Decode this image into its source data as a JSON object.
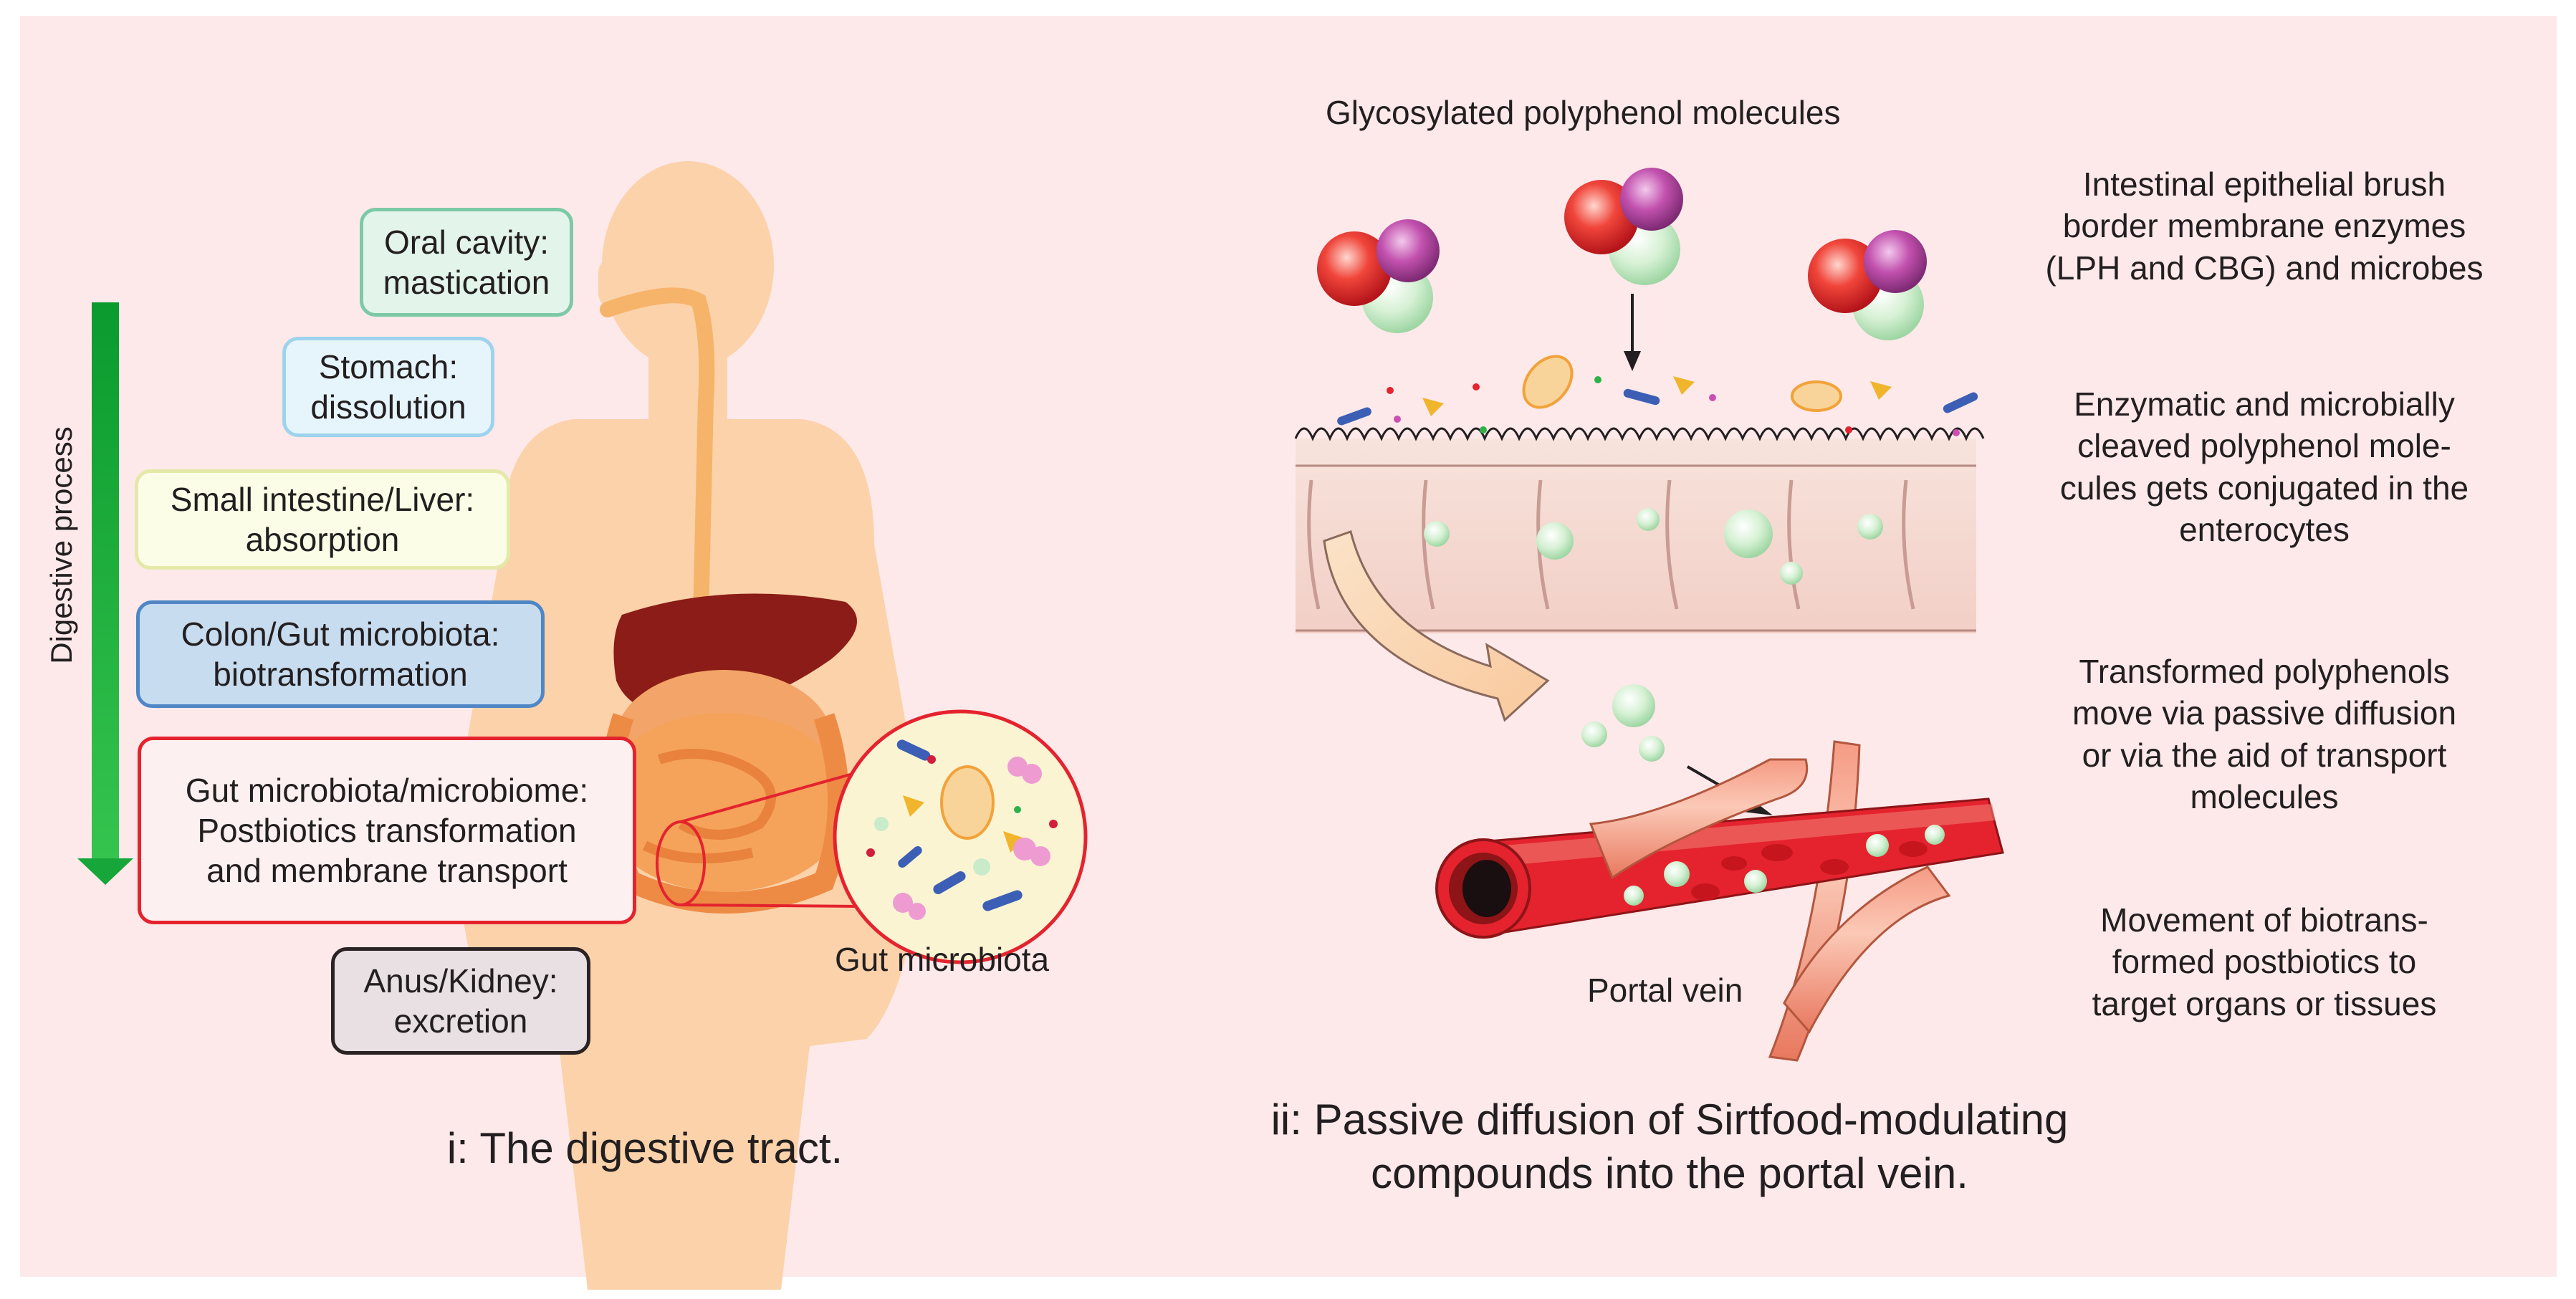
{
  "panel_i": {
    "axis_label": "Digestive process",
    "stages": [
      {
        "line1": "Oral cavity:",
        "line2": "mastication",
        "line3": "",
        "border": "#7dc9a6",
        "fill": "#e3f4ea"
      },
      {
        "line1": "Stomach:",
        "line2": "dissolution",
        "line3": "",
        "border": "#9ed3ee",
        "fill": "#e6f5fc"
      },
      {
        "line1": "Small intestine/Liver:",
        "line2": "absorption",
        "line3": "",
        "border": "#e4e9a8",
        "fill": "#fbfde6"
      },
      {
        "line1": "Colon/Gut microbiota:",
        "line2": "biotransformation",
        "line3": "",
        "border": "#4f86c6",
        "fill": "#c8dcf0"
      },
      {
        "line1": "Gut microbiota/microbiome:",
        "line2": "Postbiotics transformation",
        "line3": "and membrane transport",
        "border": "#e4232e",
        "fill": "#fdf0f0"
      },
      {
        "line1": "Anus/Kidney:",
        "line2": "excretion",
        "line3": "",
        "border": "#2b2223",
        "fill": "#e8e0e2"
      }
    ],
    "gut_microbiota_label": "Gut microbiota",
    "caption": "i: The digestive tract."
  },
  "panel_ii": {
    "top_label": "Glycosylated polyphenol molecules",
    "notes": [
      {
        "line1": "Intestinal epithelial brush",
        "line2": "border membrane enzymes",
        "line3": "(LPH and CBG) and microbes",
        "line4": ""
      },
      {
        "line1": "Enzymatic and microbially",
        "line2": "cleaved polyphenol mole-",
        "line3": "cules gets conjugated in the",
        "line4": "enterocytes"
      },
      {
        "line1": "Transformed polyphenols",
        "line2": "move via passive diffusion",
        "line3": "or via the aid of transport",
        "line4": "molecules"
      },
      {
        "line1": "Movement of biotrans-",
        "line2": "formed postbiotics to",
        "line3": "target organs or tissues",
        "line4": ""
      }
    ],
    "portal_vein_label": "Portal vein",
    "caption_line1": "ii: Passive diffusion of Sirtfood-modulating",
    "caption_line2": "compounds into the portal vein."
  },
  "colors": {
    "background": "#fde9ea",
    "arrow_green": "#2db24a",
    "body_silhouette": "#fcd2aa",
    "liver": "#8b1c17",
    "intestine": "#f5a35a",
    "vein_red": "#e4232e",
    "polyphenol_red": "#e8282b",
    "polyphenol_purple": "#b04a9e",
    "polyphenol_green": "#c9ebc9"
  },
  "icons": [
    "human-silhouette",
    "liver-icon",
    "intestine-icon",
    "microbiota-magnifier-icon",
    "polyphenol-molecule-icon",
    "intestinal-villi-icon",
    "portal-vein-icon",
    "bacteria-icon"
  ]
}
